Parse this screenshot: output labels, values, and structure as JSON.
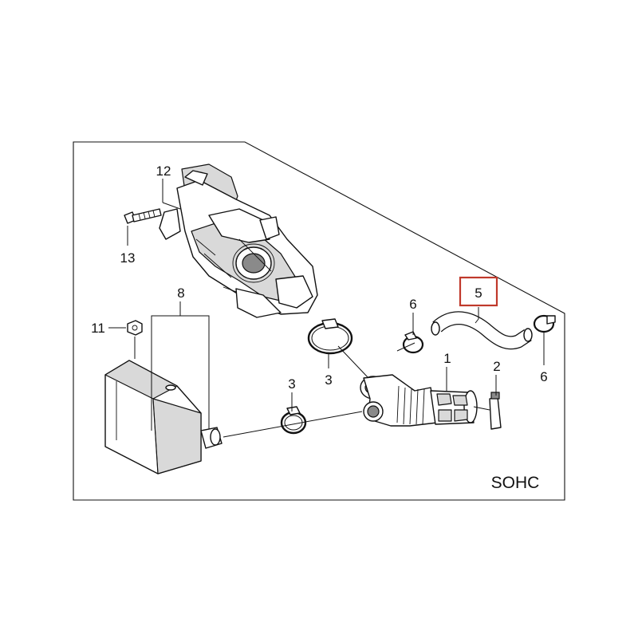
{
  "diagram": {
    "variant_label": "SOHC",
    "highlight_color": "#c0392b",
    "callouts": {
      "part_1": "1",
      "part_2": "2",
      "part_3_upper": "3",
      "part_3_lower": "3",
      "part_5": "5",
      "part_6_left": "6",
      "part_6_right": "6",
      "part_8": "8",
      "part_11": "11",
      "part_12": "12",
      "part_13": "13"
    }
  }
}
